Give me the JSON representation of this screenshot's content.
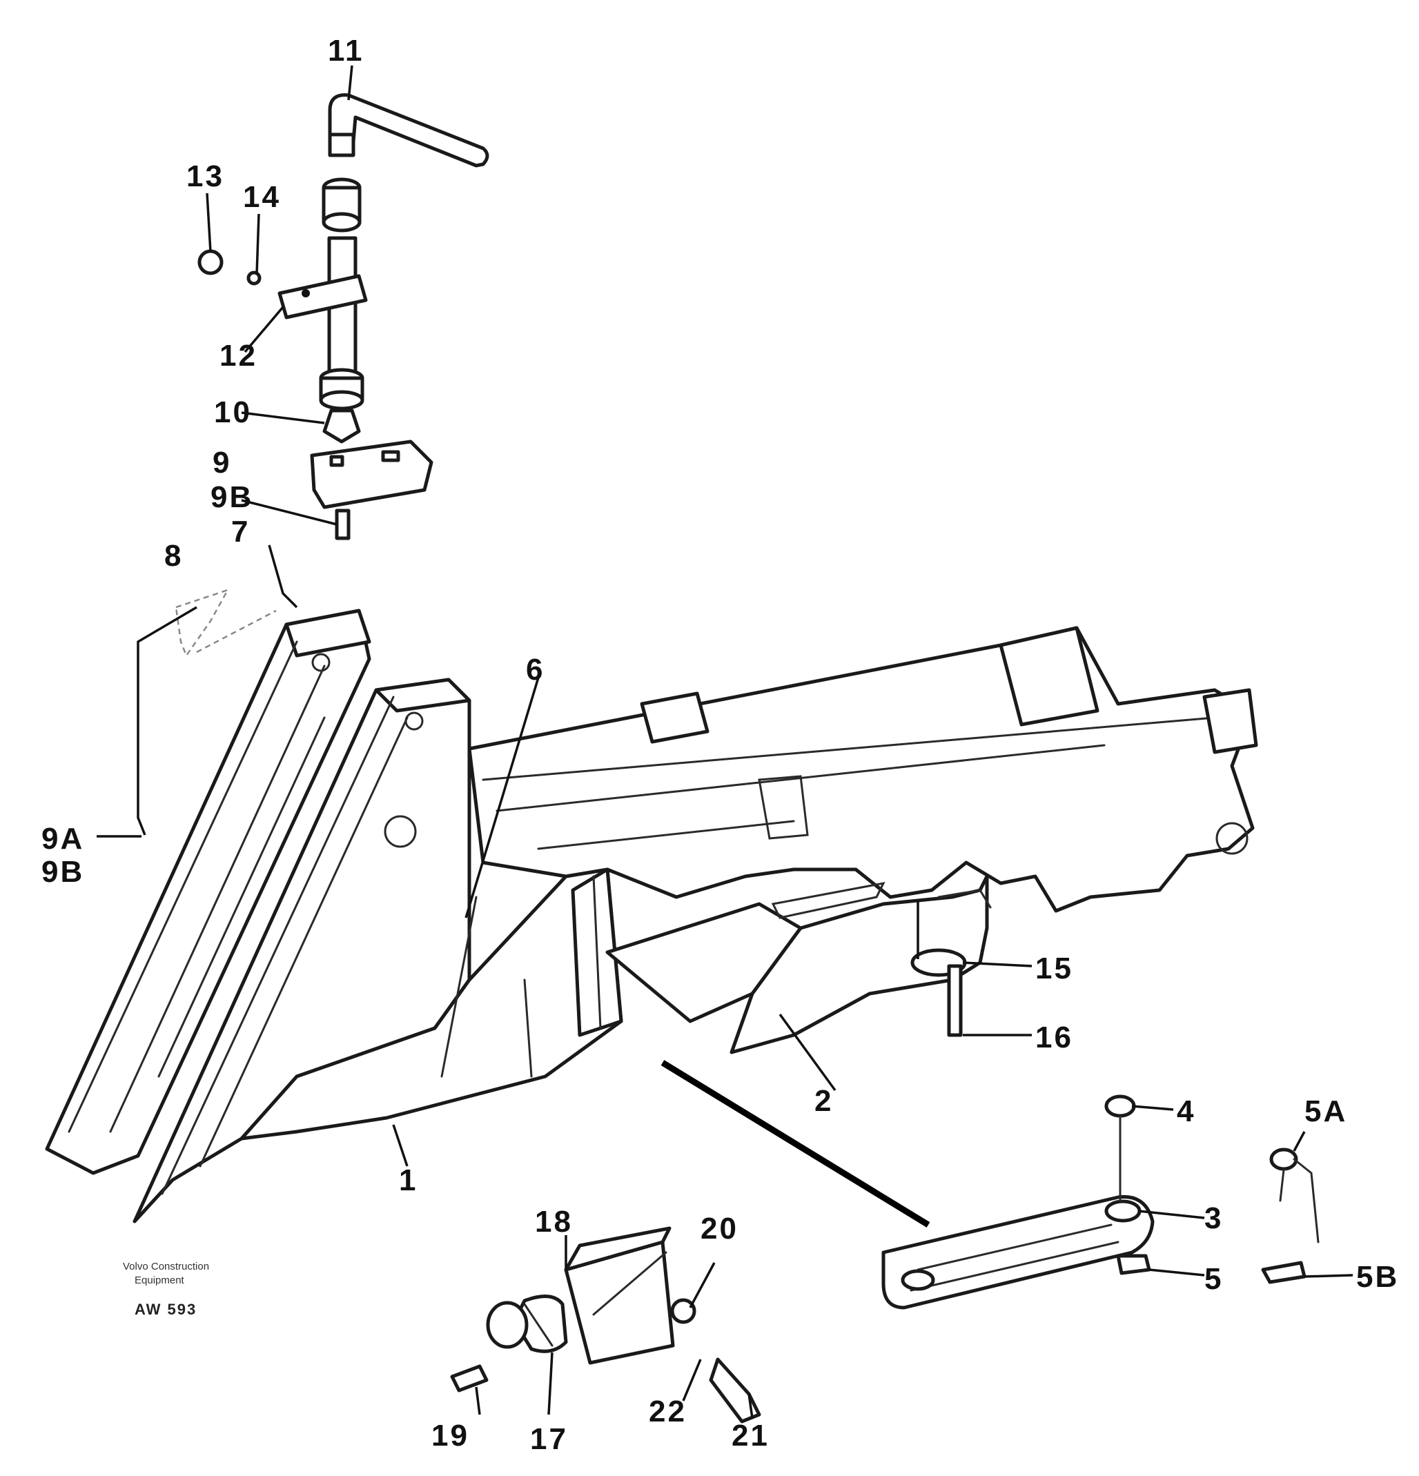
{
  "callouts": {
    "c1": "1",
    "c2": "2",
    "c3": "3",
    "c4": "4",
    "c5": "5",
    "c5a": "5A",
    "c5b": "5B",
    "c6": "6",
    "c7": "7",
    "c8": "8",
    "c9": "9",
    "c9b_top": "9B",
    "c9a": "9A",
    "c9b_left": "9B",
    "c10": "10",
    "c11": "11",
    "c12": "12",
    "c13": "13",
    "c14": "14",
    "c15": "15",
    "c16": "16",
    "c17": "17",
    "c18": "18",
    "c19": "19",
    "c20": "20",
    "c21": "21",
    "c22": "22"
  },
  "stamp": {
    "line1": "Volvo Construction",
    "line2": "Equipment",
    "drawing_id": "AW 593"
  }
}
